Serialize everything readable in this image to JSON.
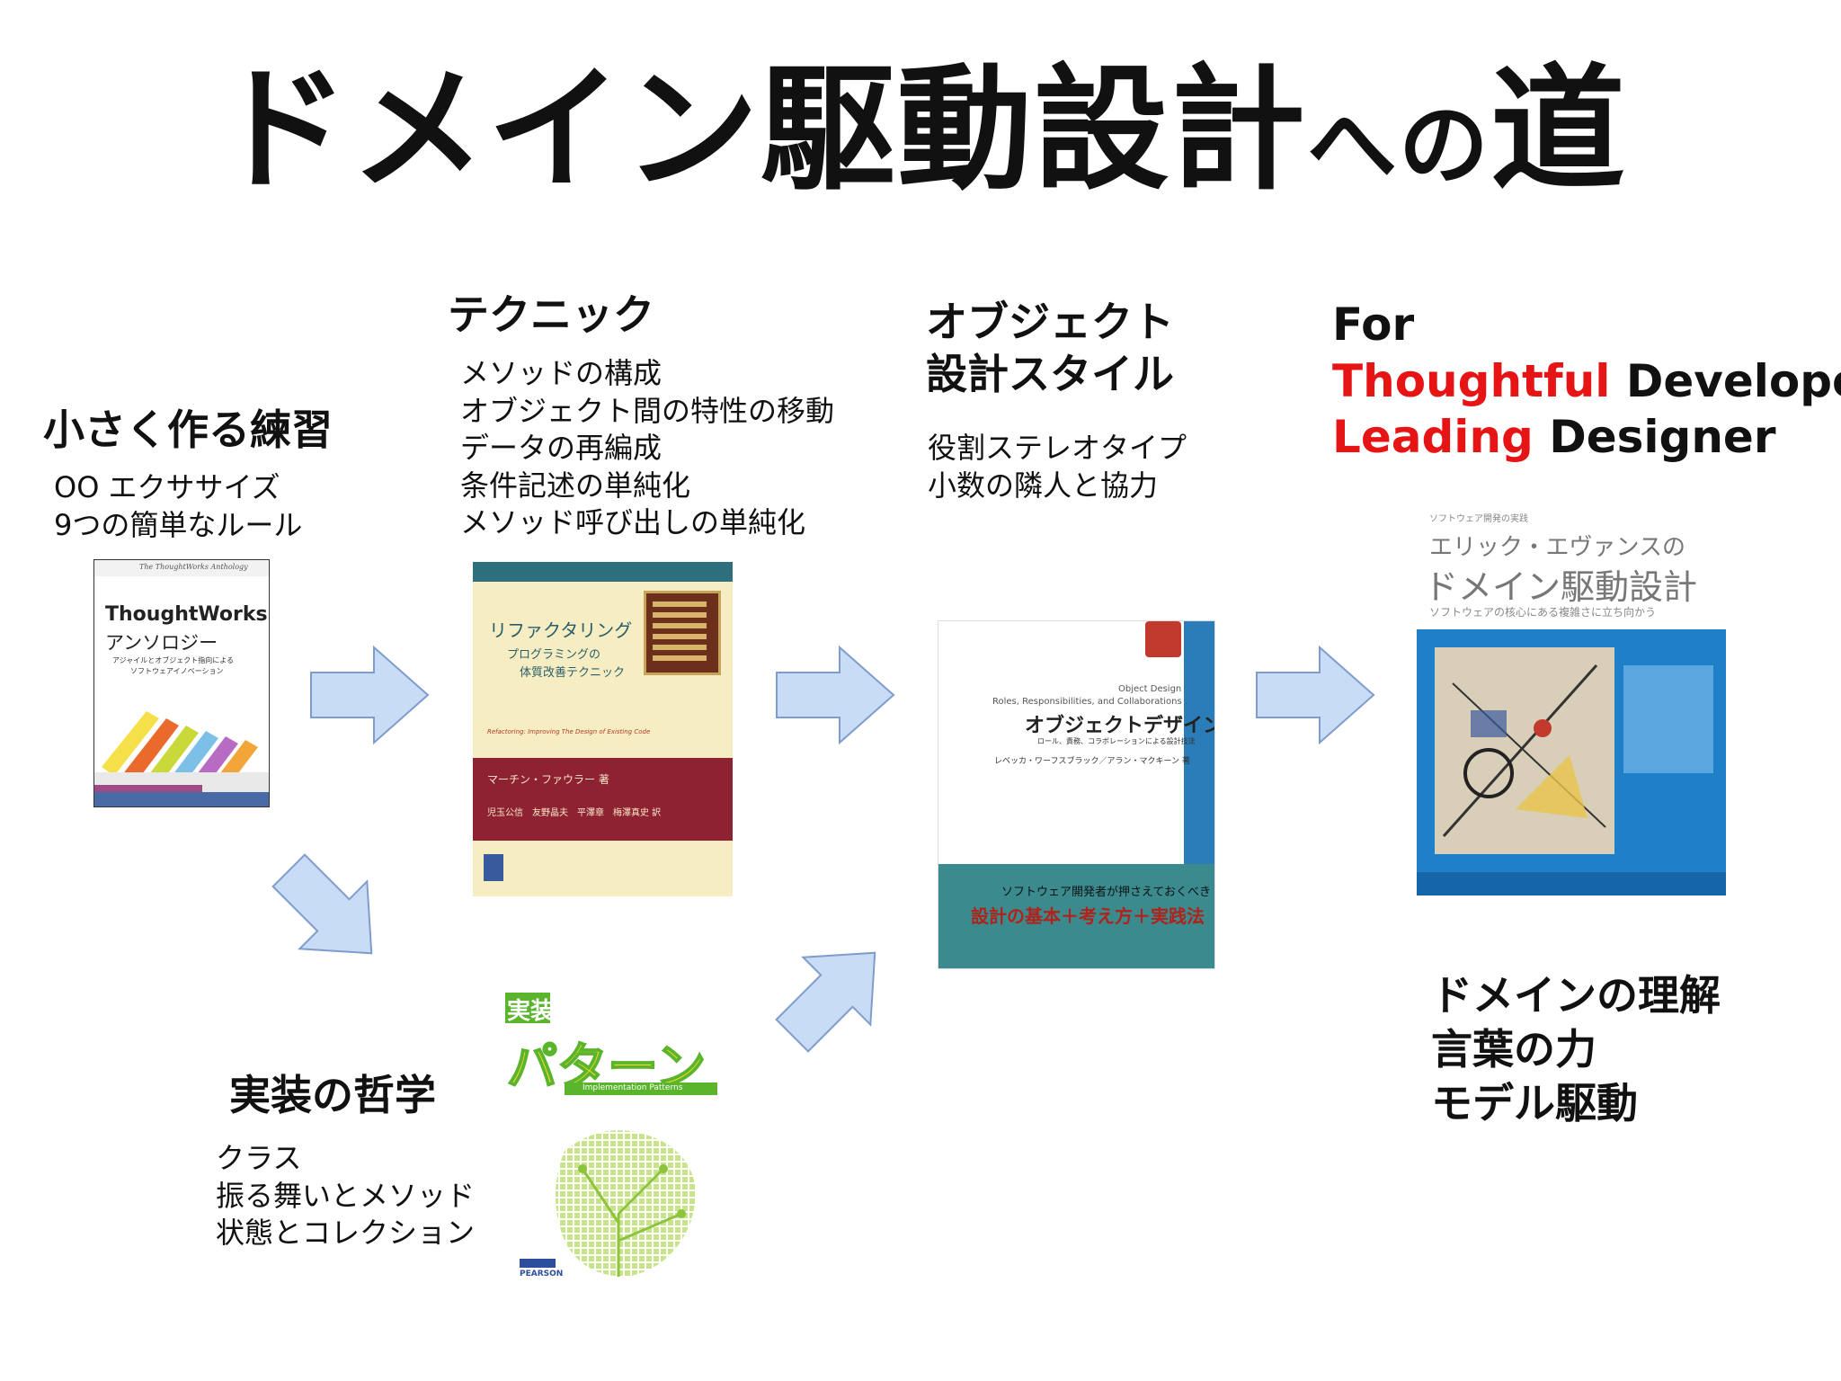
{
  "title": {
    "main": "ドメイン駆動設計",
    "connector": "への",
    "last": "道"
  },
  "sections": {
    "practice": {
      "heading": "小さく作る練習",
      "items": [
        "OO エクササイズ",
        "9つの簡単なルール"
      ]
    },
    "technique": {
      "heading": "テクニック",
      "items": [
        "メソッドの構成",
        "オブジェクト間の特性の移動",
        "データの再編成",
        "条件記述の単純化",
        "メソッド呼び出しの単純化"
      ]
    },
    "philosophy": {
      "heading": "実装の哲学",
      "items": [
        "クラス",
        "振る舞いとメソッド",
        "状態とコレクション"
      ]
    },
    "object_design": {
      "heading_line1": "オブジェクト",
      "heading_line2": "設計スタイル",
      "items": [
        "役割ステレオタイプ",
        "小数の隣人と協力"
      ]
    },
    "for": {
      "line1": "For",
      "line2_red": "Thoughtful",
      "line2_black": " Developer",
      "line3_red": "Leading",
      "line3_black": " Designer"
    },
    "ddd": {
      "items": [
        "ドメインの理解",
        "言葉の力",
        "モデル駆動"
      ]
    }
  },
  "books": {
    "thoughtworks": {
      "brand": "ThoughtWorks",
      "title": "アンソロジー",
      "subtitle1": "アジャイルとオブジェクト指向による",
      "subtitle2": "ソフトウェアイノベーション",
      "series": "The ThoughtWorks Anthology"
    },
    "refactoring": {
      "title": "リファクタリング",
      "subtitle1": "プログラミングの",
      "subtitle2": "体質改善テクニック",
      "english": "Refactoring: Improving The Design of Existing Code",
      "author": "マーチン・ファウラー 著",
      "translators": "児玉公信　友野晶夫　平澤章　梅澤真史 訳"
    },
    "impl_patterns": {
      "title1": "実装",
      "title2": "パターン",
      "band": "Implementation Patterns",
      "publisher": "PEARSON"
    },
    "object_design": {
      "english1": "Object Design",
      "english2": "Roles, Responsibilities, and Collaborations",
      "title": "オブジェクトデザイン",
      "subtitle": "ロール、責務、コラボレーションによる設計技法",
      "authors": "レベッカ・ワーフスブラック／アラン・マクキーン 著",
      "band1": "ソフトウェア開発者が押さえておくべき",
      "band2": "設計の基本＋考え方＋実践法"
    },
    "evans": {
      "top": "ソフトウェア開発の実践",
      "title1": "エリック・エヴァンスの",
      "title2": "ドメイン駆動設計",
      "subtitle": "ソフトウェアの核心にある複雑さに立ち向かう"
    }
  },
  "colors": {
    "accent_red": "#e61414",
    "arrow_fill": "#c9dcf5",
    "arrow_stroke": "#7f9ccc",
    "refactor_bg": "#f6eec2",
    "refactor_band": "#8f2232",
    "od_blue": "#2a7db8",
    "od_band": "#3a8a8e",
    "evans_blue": "#1f7fc8"
  }
}
